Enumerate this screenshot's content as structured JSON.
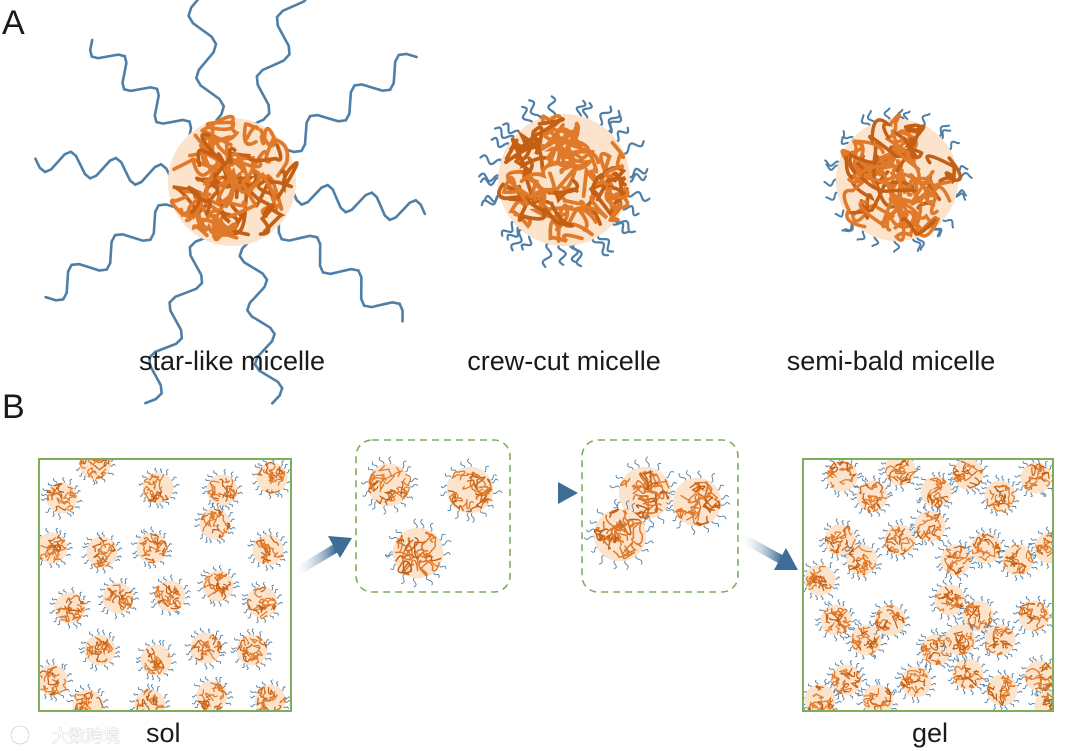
{
  "panels": {
    "a": {
      "letter": "A",
      "micelles": [
        {
          "id": "star",
          "caption": "star-like micelle",
          "corona": "long"
        },
        {
          "id": "crew",
          "caption": "crew-cut micelle",
          "corona": "short"
        },
        {
          "id": "semi",
          "caption": "semi-bald micelle",
          "corona": "sparse"
        }
      ]
    },
    "b": {
      "letter": "B",
      "states": {
        "sol": "sol",
        "gel": "gel"
      },
      "steps": [
        "sol",
        "dispersed micelles",
        "fused micelles",
        "gel"
      ]
    }
  },
  "watermark": {
    "text": "大数跨境"
  },
  "colors": {
    "core": "#e07a2a",
    "core_dark": "#c45f14",
    "corona": "#4f7fa6",
    "frame": "#7fae5a",
    "dashed_frame": "#7fae5a",
    "arrow": "#3d6c96"
  }
}
